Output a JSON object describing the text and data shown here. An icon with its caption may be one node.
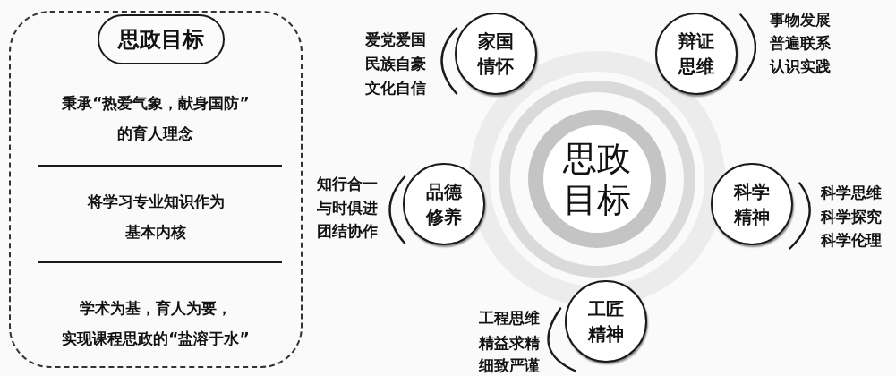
{
  "diagram": {
    "nodes": [
      {
        "text": [
          "秉承“热爱气象，献身国防”的育人理念",
          "将学习专业知识作为基本内核",
          "学术为基，育人为要，实现课程思政的“盐溶于水”"
        ]
      },
      {
        "text": [
          "思政目标"
        ],
        "in": 0
      },
      {
        "text": [
          "思政目标"
        ]
      },
      {
        "text": [
          "家国情怀"
        ],
        "beside": [
          "爱党爱国",
          "民族自豪",
          "文化自信"
        ]
      },
      {
        "text": [
          "辩证思维"
        ],
        "beside": [
          "事物发展",
          "普遍联系",
          "认识实践"
        ]
      },
      {
        "text": [
          "品德修养"
        ],
        "beside": [
          "知行合一",
          "与时俱进",
          "团结协作"
        ]
      },
      {
        "text": [
          "科学精神"
        ],
        "beside": [
          "科学思维",
          "科学探究",
          "科学伦理"
        ]
      },
      {
        "text": [
          "工匠精神"
        ],
        "beside": [
          "工程思维",
          "精益求精",
          "细致严谨"
        ]
      }
    ]
  }
}
